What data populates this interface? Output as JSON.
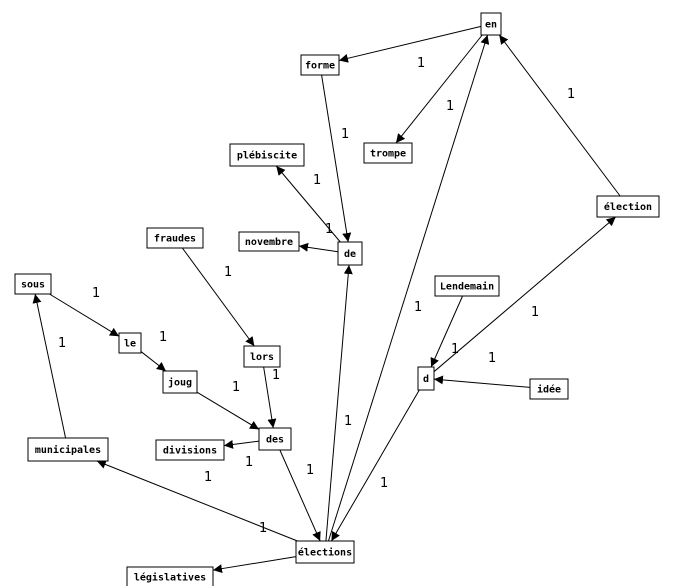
{
  "nodes": [
    {
      "id": "en",
      "label": "en"
    },
    {
      "id": "forme",
      "label": "forme"
    },
    {
      "id": "trompe",
      "label": "trompe"
    },
    {
      "id": "plebiscite",
      "label": "plébiscite"
    },
    {
      "id": "election",
      "label": "élection"
    },
    {
      "id": "fraudes",
      "label": "fraudes"
    },
    {
      "id": "novembre",
      "label": "novembre"
    },
    {
      "id": "de",
      "label": "de"
    },
    {
      "id": "sous",
      "label": "sous"
    },
    {
      "id": "lendemain",
      "label": "Lendemain"
    },
    {
      "id": "le",
      "label": "le"
    },
    {
      "id": "lors",
      "label": "lors"
    },
    {
      "id": "d",
      "label": "d"
    },
    {
      "id": "joug",
      "label": "joug"
    },
    {
      "id": "idee",
      "label": "idée"
    },
    {
      "id": "des",
      "label": "des"
    },
    {
      "id": "divisions",
      "label": "divisions"
    },
    {
      "id": "municipales",
      "label": "municipales"
    },
    {
      "id": "legislatives",
      "label": "législatives"
    },
    {
      "id": "elections",
      "label": "élections"
    }
  ],
  "edges": [
    {
      "from": "en",
      "to": "forme",
      "label": "1"
    },
    {
      "from": "en",
      "to": "trompe",
      "label": "1"
    },
    {
      "from": "election",
      "to": "en",
      "label": "1"
    },
    {
      "from": "forme",
      "to": "de",
      "label": "1"
    },
    {
      "from": "de",
      "to": "plebiscite",
      "label": "1"
    },
    {
      "from": "de",
      "to": "novembre",
      "label": "1"
    },
    {
      "from": "elections",
      "to": "de",
      "label": "1"
    },
    {
      "from": "elections",
      "to": "en",
      "label": "1"
    },
    {
      "from": "fraudes",
      "to": "lors",
      "label": "1"
    },
    {
      "from": "sous",
      "to": "le",
      "label": "1"
    },
    {
      "from": "le",
      "to": "joug",
      "label": "1"
    },
    {
      "from": "joug",
      "to": "des",
      "label": "1"
    },
    {
      "from": "lors",
      "to": "des",
      "label": "1"
    },
    {
      "from": "des",
      "to": "divisions",
      "label": "1"
    },
    {
      "from": "des",
      "to": "elections",
      "label": "1"
    },
    {
      "from": "municipales",
      "to": "sous",
      "label": "1"
    },
    {
      "from": "elections",
      "to": "municipales",
      "label": "1"
    },
    {
      "from": "elections",
      "to": "legislatives",
      "label": "1"
    },
    {
      "from": "lendemain",
      "to": "d",
      "label": "1"
    },
    {
      "from": "idee",
      "to": "d",
      "label": "1"
    },
    {
      "from": "d",
      "to": "election",
      "label": "1"
    },
    {
      "from": "d",
      "to": "elections",
      "label": "1"
    }
  ]
}
